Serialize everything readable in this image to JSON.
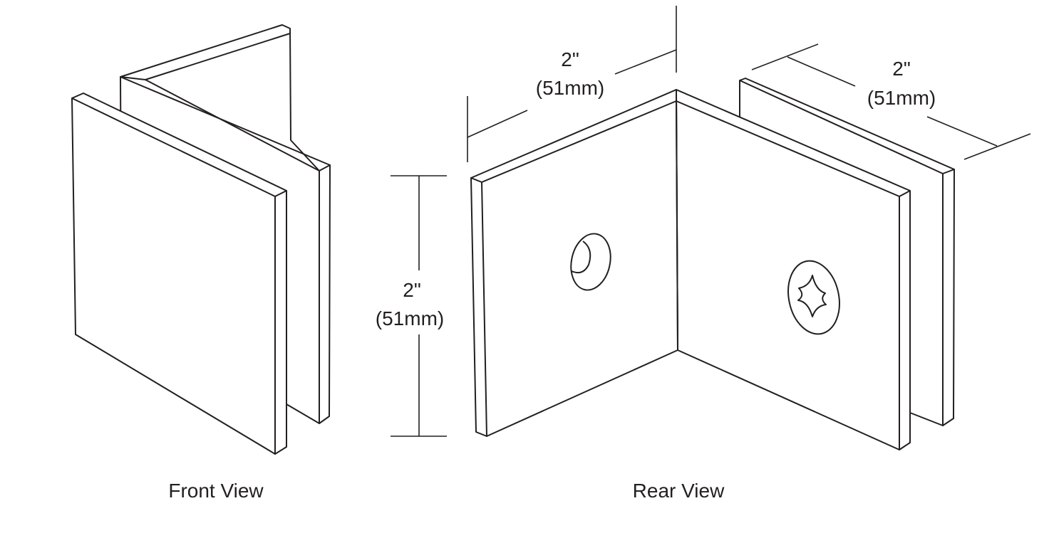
{
  "front_view": {
    "caption": "Front View"
  },
  "rear_view": {
    "caption": "Rear View",
    "dim_left_width": {
      "inches": "2\"",
      "mm": "(51mm)"
    },
    "dim_right_width": {
      "inches": "2\"",
      "mm": "(51mm)"
    },
    "dim_height": {
      "inches": "2\"",
      "mm": "(51mm)"
    }
  },
  "colors": {
    "line": "#231f20",
    "background": "#ffffff"
  }
}
